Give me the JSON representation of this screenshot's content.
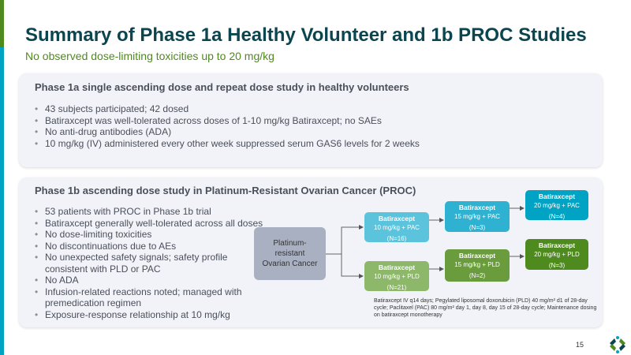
{
  "title": "Summary of Phase 1a Healthy Volunteer and 1b PROC Studies",
  "subtitle": "No observed dose-limiting toxicities up to 20 mg/kg",
  "phase1a": {
    "heading": "Phase 1a single ascending dose and repeat dose study in healthy volunteers",
    "bullets": [
      "43 subjects participated; 42 dosed",
      "Batiraxcept was well-tolerated across doses of 1-10 mg/kg Batiraxcept; no SAEs",
      "No anti-drug antibodies (ADA)",
      "10 mg/kg (IV) administered every other week suppressed serum GAS6 levels for 2 weeks"
    ]
  },
  "phase1b": {
    "heading": "Phase 1b ascending dose study in Platinum-Resistant Ovarian Cancer (PROC)",
    "bullets": [
      "53 patients with PROC in Phase 1b trial",
      "Batiraxcept generally well-tolerated across all doses",
      "No dose-limiting toxicities",
      "No discontinuations due to AEs",
      "No unexpected safety signals; safety profile consistent with PLD or PAC",
      "No ADA",
      "Infusion-related reactions noted; managed with premedication regimen",
      "Exposure-response relationship at 10 mg/kg"
    ]
  },
  "diagram": {
    "root": [
      "Platinum-",
      "resistant",
      "Ovarian Cancer"
    ],
    "arms": [
      {
        "drug": "Batiraxcept",
        "dose": "10 mg/kg + PAC",
        "n": "(N=16)",
        "color": "#5bc3dc"
      },
      {
        "drug": "Batiraxcept",
        "dose": "15 mg/kg + PAC",
        "n": "(N=3)",
        "color": "#2fb2d2"
      },
      {
        "drug": "Batiraxcept",
        "dose": "20 mg/kg + PAC",
        "n": "(N=4)",
        "color": "#00a3c4"
      },
      {
        "drug": "Batiraxcept",
        "dose": "10 mg/kg + PLD",
        "n": "(N=21)",
        "color": "#8db86a"
      },
      {
        "drug": "Batiraxcept",
        "dose": "15 mg/kg + PLD",
        "n": "(N=2)",
        "color": "#6a9c3e"
      },
      {
        "drug": "Batiraxcept",
        "dose": "20 mg/kg + PLD",
        "n": "(N=3)",
        "color": "#4f8a1e"
      }
    ],
    "footnote": "Batiraxcept IV q14 days; Pegylated liposomal doxorubicin (PLD) 40 mg/m² d1 of 28-day cycle; Paclitaxel (PAC) 80 mg/m² day 1, day 8, day 15 of 28-day cycle; Maintenance dosing on batiraxcept monotherapy"
  },
  "page_number": "15"
}
